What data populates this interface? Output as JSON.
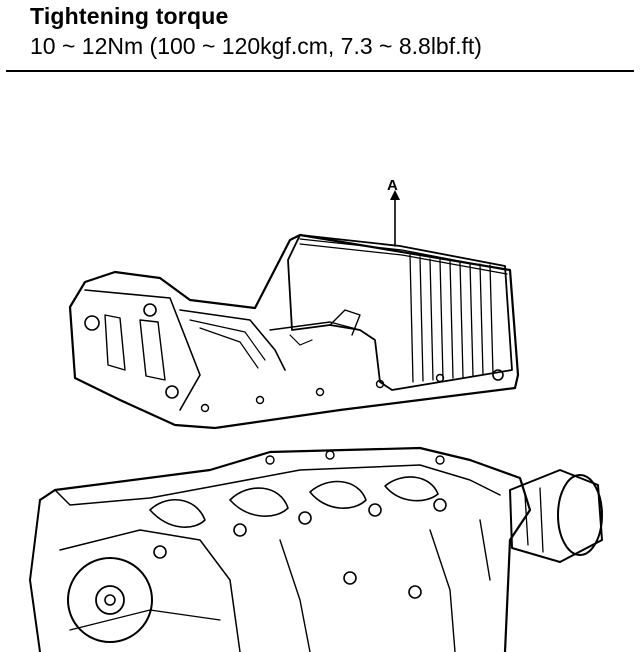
{
  "spec": {
    "title": "Tightening torque",
    "value": "10 ~ 12Nm (100 ~ 120kgf.cm, 7.3 ~ 8.8lbf.ft)"
  },
  "figure": {
    "callout_label": "A"
  }
}
